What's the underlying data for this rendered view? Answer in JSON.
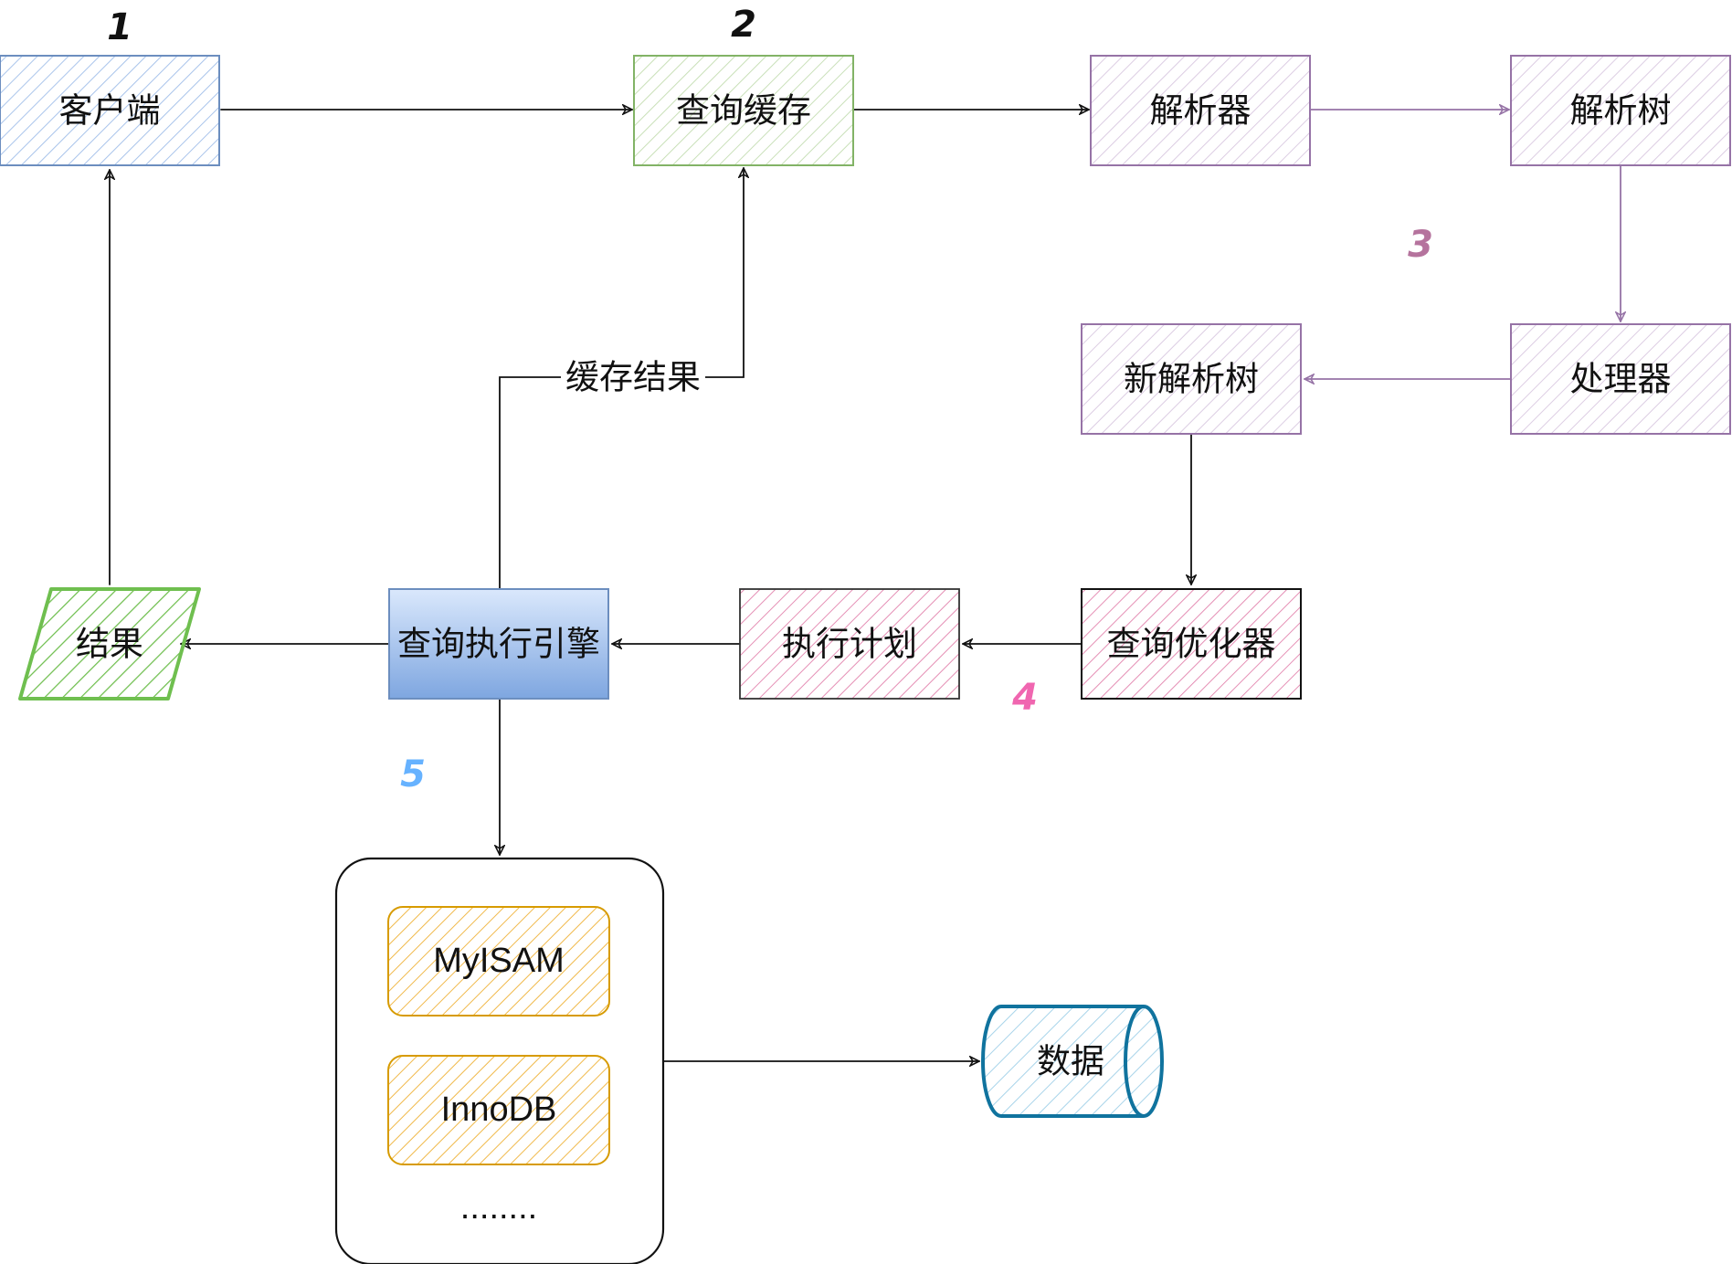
{
  "nodes": {
    "client": "客户端",
    "query_cache": "查询缓存",
    "parser": "解析器",
    "parse_tree": "解析树",
    "preprocessor": "处理器",
    "new_parse_tree": "新解析树",
    "query_optimizer": "查询优化器",
    "execution_plan": "执行计划",
    "execution_engine": "查询执行引擎",
    "result": "结果",
    "engine_myisam": "MyISAM",
    "engine_innodb": "InnoDB",
    "engine_more": "........",
    "data": "数据"
  },
  "edge_labels": {
    "cache_result": "缓存结果"
  },
  "steps": {
    "s1": "1",
    "s2": "2",
    "s3": "3",
    "s4": "4",
    "s5": "5"
  },
  "colors": {
    "blue": "#6c8ebf",
    "green": "#82b366",
    "purple": "#9673a6",
    "pink": "#e8a0bf",
    "orange": "#d79b00",
    "teal": "#10739e",
    "step3": "#b5739d",
    "step4": "#f066b0",
    "step5": "#66b2ff"
  }
}
